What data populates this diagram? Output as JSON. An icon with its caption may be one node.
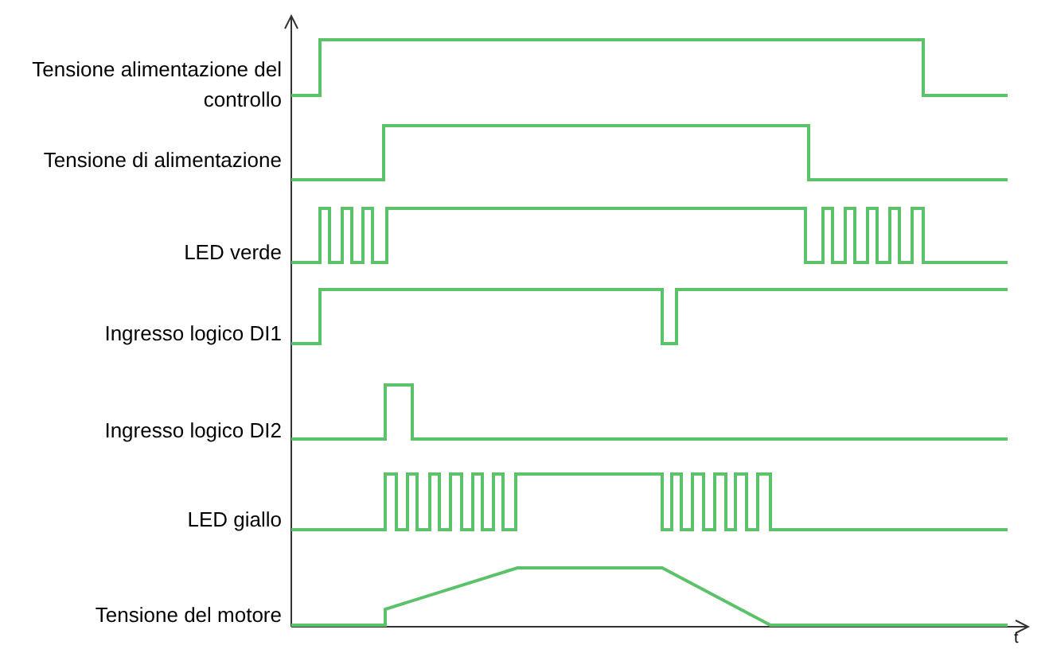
{
  "diagram": {
    "labels": [
      "Tensione alimentazione del controllo",
      "Tensione di alimentazione",
      "LED verde",
      "Ingresso logico DI1",
      "Ingresso logico DI2",
      "LED giallo",
      "Tensione del motore",
      "t"
    ]
  }
}
